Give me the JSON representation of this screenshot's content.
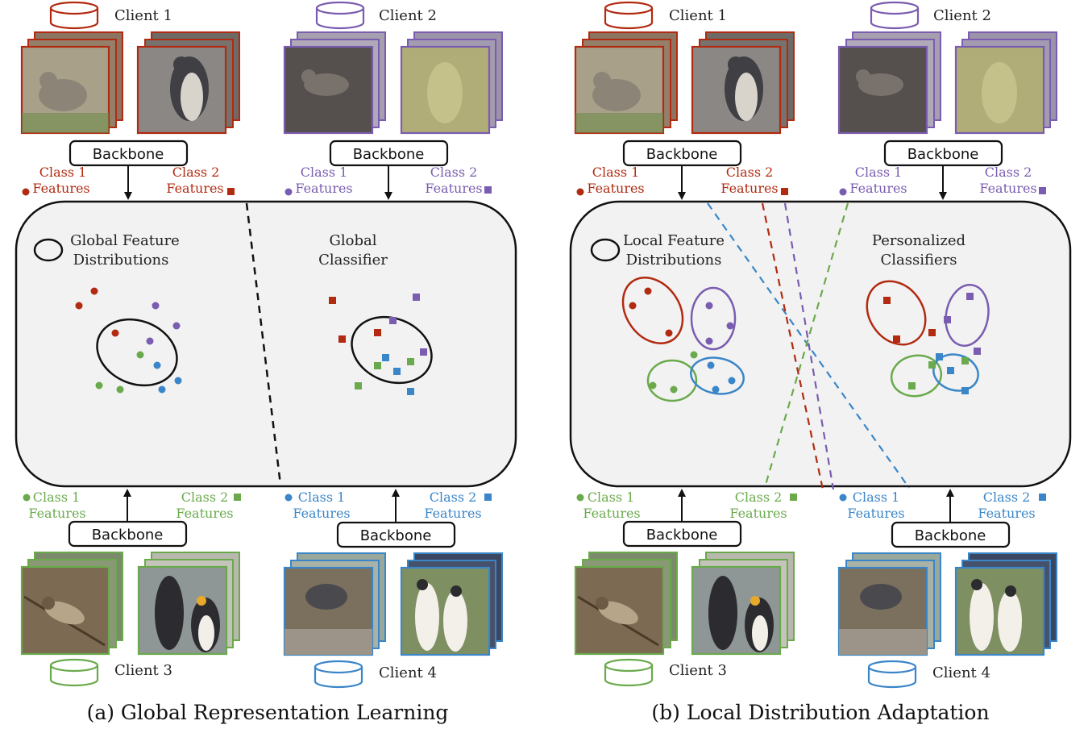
{
  "colors": {
    "client1": "#b22a10",
    "client2": "#7a5cb0",
    "client3": "#6aaa4c",
    "client4": "#3a86c8",
    "panel_fill": "#f2f2f2"
  },
  "common": {
    "backbone_label": "Backbone",
    "class1_label": "Class 1",
    "class2_label": "Class 2",
    "features_label": "Features"
  },
  "panels": [
    {
      "id": "a",
      "caption": "(a) Global Representation Learning",
      "clients": [
        "Client 1",
        "Client 2",
        "Client 3",
        "Client 4"
      ],
      "left_region_label": [
        "Global Feature",
        "Distributions"
      ],
      "right_region_label": [
        "Global",
        "Classifier"
      ]
    },
    {
      "id": "b",
      "caption": "(b) Local Distribution Adaptation",
      "clients": [
        "Client 1",
        "Client 2",
        "Client 3",
        "Client 4"
      ],
      "left_region_label": [
        "Local Feature",
        "Distributions"
      ],
      "right_region_label": [
        "Personalized",
        "Classifiers"
      ]
    }
  ]
}
